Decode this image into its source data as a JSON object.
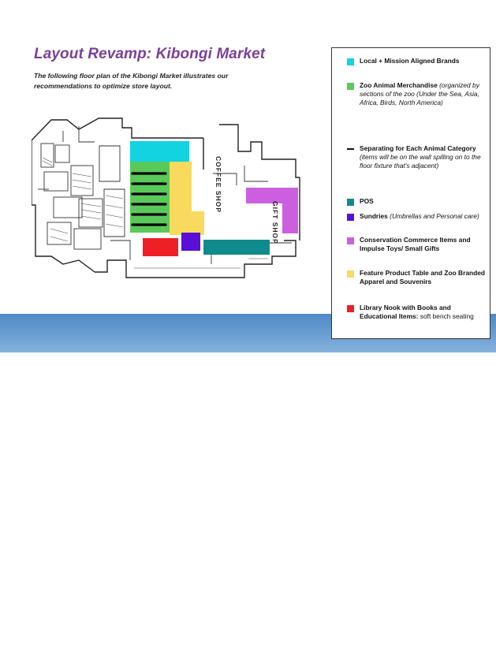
{
  "page": {
    "title": "Layout Revamp: Kibongi Market",
    "subtitle": "The following floor plan of the Kibongi Market illustrates our recommendations to optimize store layout."
  },
  "floor_plan": {
    "label_coffee": "COFFEE SHOP",
    "label_gift": "GIFT SHOP"
  },
  "legend": {
    "items": [
      {
        "color": "#12d3df",
        "bold": "Local + Mission Aligned Brands",
        "italic": "",
        "plain": ""
      },
      {
        "color": "#5bc95a",
        "bold": "Zoo Animal Merchandise",
        "italic": "(organized by sections of the zoo (Under the Sea, Asia, Africa, Birds, North America)",
        "plain": ""
      },
      {
        "color": "#111111",
        "shape": "line",
        "bold": "Separating for Each Animal Category",
        "italic": "(items will be on the wall spilling on to the floor fixture that's adjacent)",
        "plain": ""
      },
      {
        "color": "#0f8b8d",
        "bold": "POS",
        "italic": "",
        "plain": ""
      },
      {
        "color": "#5a0fd6",
        "bold": "Sundries",
        "italic": "(Umbrellas and Personal care)",
        "plain": ""
      },
      {
        "color": "#cc5fe0",
        "bold": "Conservation Commerce Items and Impulse Toys/ Small Gifts",
        "italic": "",
        "plain": ""
      },
      {
        "color": "#fada5e",
        "bold": "Feature Product Table and Zoo Branded Apparel and Souvenirs",
        "italic": "",
        "plain": ""
      },
      {
        "color": "#ee2026",
        "bold": "Library Nook with Books and Educational Items:",
        "italic": "",
        "plain": "soft bench seating"
      }
    ]
  }
}
